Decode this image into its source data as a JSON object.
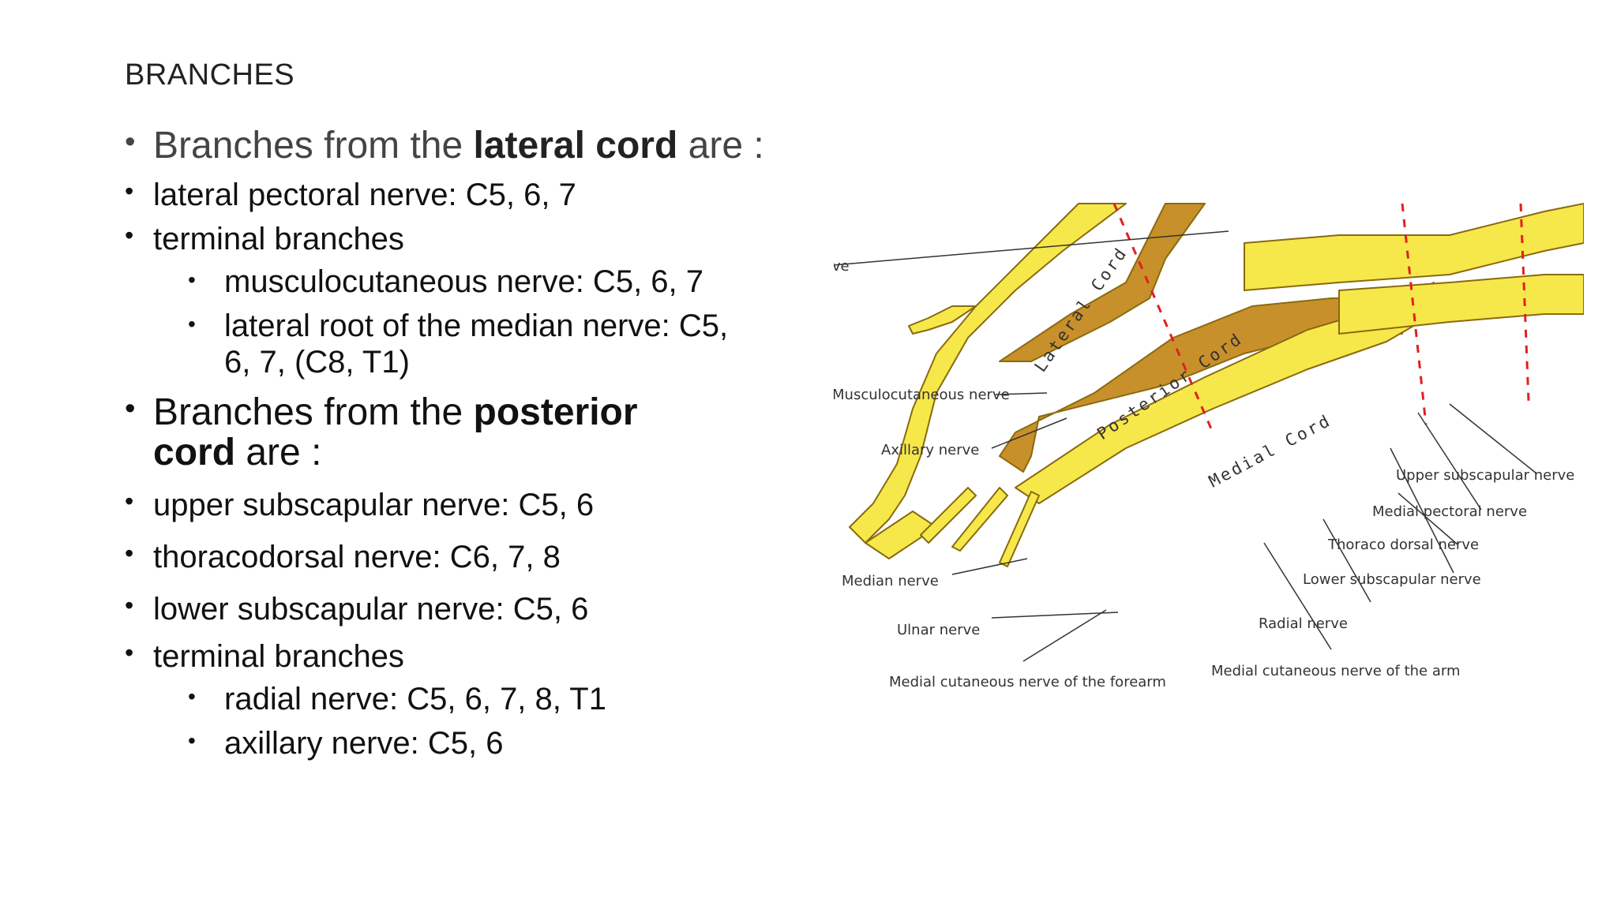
{
  "title": "BRANCHES",
  "lateral": {
    "heading_pre": "Branches from the ",
    "heading_bold": "lateral cord",
    "heading_post": " are :",
    "items": [
      "lateral pectoral nerve: C5, 6, 7",
      "terminal branches"
    ],
    "subitems": [
      "musculocutaneous nerve: C5, 6, 7",
      "lateral root of the median nerve: C5, 6, 7, (C8, T1)"
    ]
  },
  "posterior": {
    "heading_pre": "Branches from the ",
    "heading_bold": "posterior cord",
    "heading_post": " are :",
    "items": [
      "upper subscapular nerve: C5, 6",
      "thoracodorsal nerve: C6, 7, 8",
      "lower subscapular nerve: C5, 6",
      "terminal branches"
    ],
    "subitems": [
      "radial nerve: C5, 6, 7, 8, T1",
      "axillary nerve: C5, 6"
    ]
  },
  "diagram": {
    "cords": {
      "lateral": "Lateral Cord",
      "posterior": "Posterior Cord",
      "medial": "Medial Cord"
    },
    "labels": {
      "lateral_pectoral": "Lateral pectoral nerve",
      "musculocutaneous": "Musculocutaneous nerve",
      "axillary": "Axillary nerve",
      "median": "Median nerve",
      "ulnar": "Ulnar nerve",
      "medial_cut_forearm": "Medial cutaneous nerve of the forearm",
      "upper_subscap": "Upper subscapular nerve",
      "medial_pectoral": "Medial pectoral nerve",
      "thoracodorsal": "Thoraco dorsal nerve",
      "lower_subscap": "Lower subscapular nerve",
      "radial": "Radial nerve",
      "medial_cut_arm": "Medial cutaneous nerve of the arm"
    },
    "colors": {
      "nerve_yellow": "#f6e84a",
      "posterior_brown": "#c8902a",
      "outline": "#8a6a10",
      "divider_red": "#e02020"
    }
  }
}
